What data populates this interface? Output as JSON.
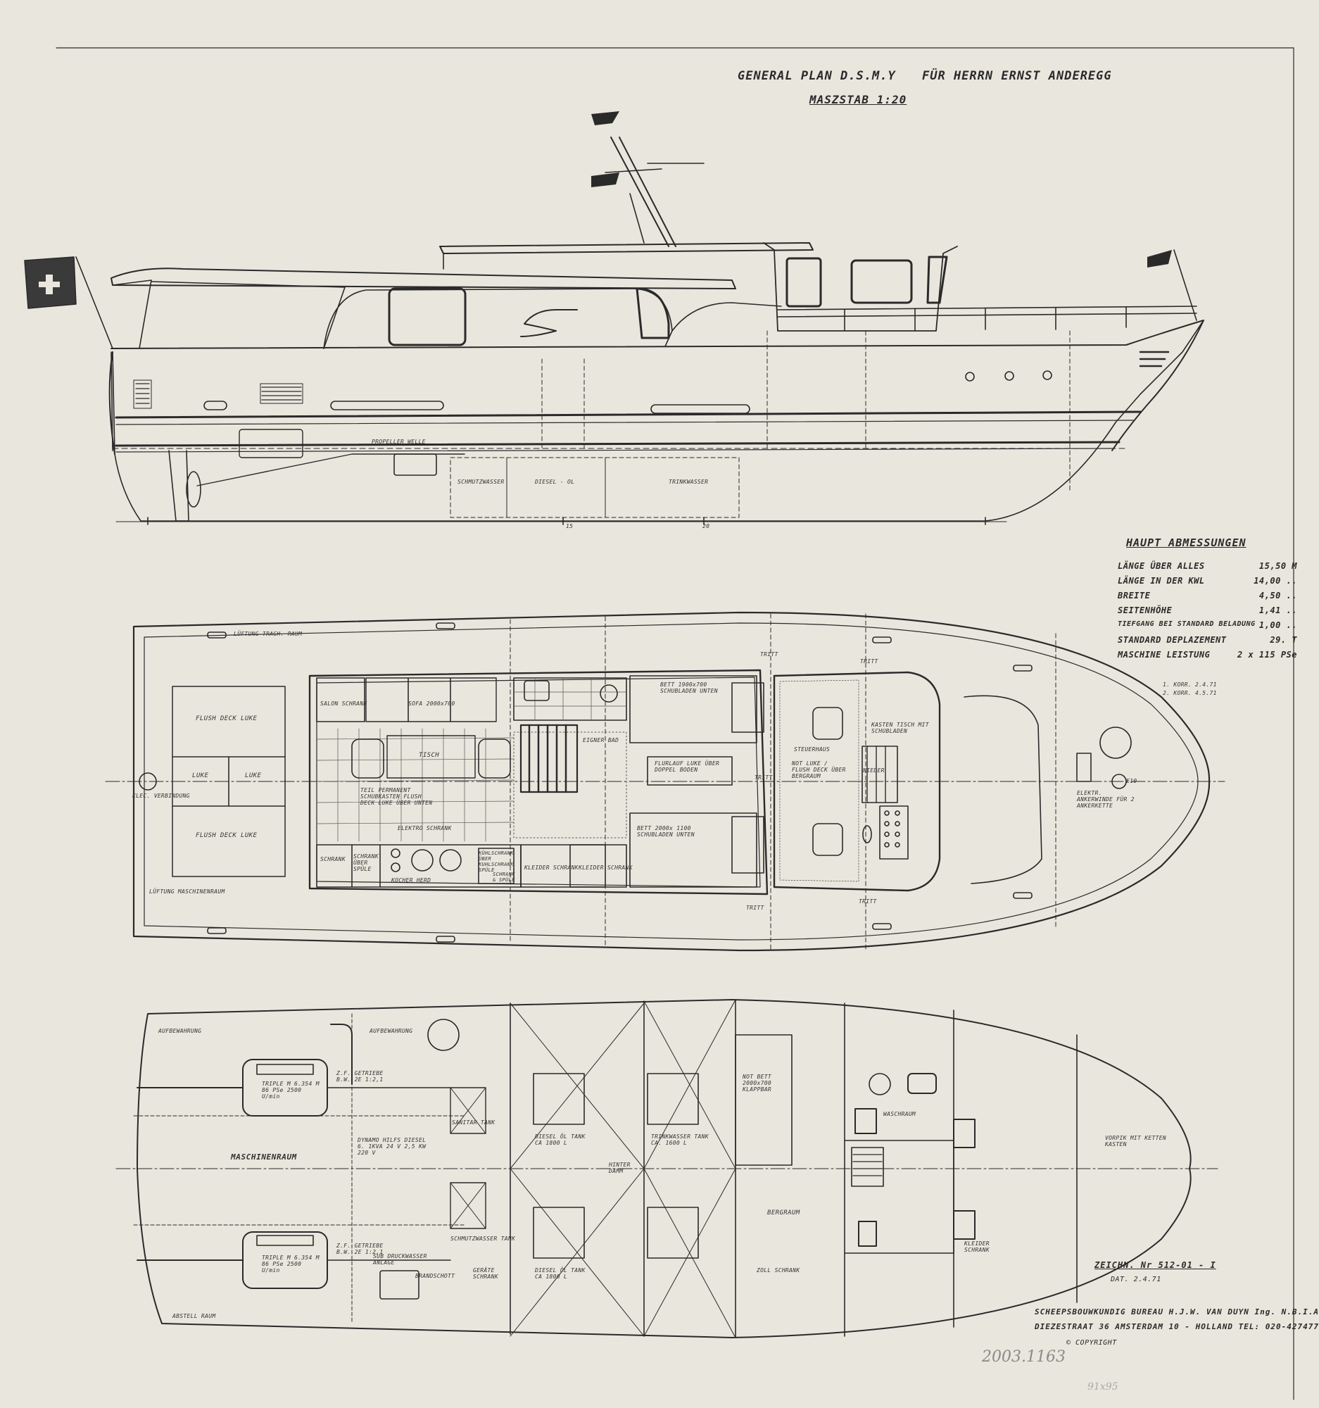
{
  "header": {
    "title_left": "GENERAL PLAN D.S.M.Y",
    "title_right": "FÜR HERRN ERNST ANDEREGG",
    "scale": "MASZSTAB 1:20"
  },
  "dimensions": {
    "title": "HAUPT ABMESSUNGEN",
    "rows": [
      {
        "label": "LÄNGE ÜBER ALLES",
        "value": "15,50 M"
      },
      {
        "label": "LÄNGE IN DER KWL",
        "value": "14,00 .."
      },
      {
        "label": "BREITE",
        "value": "4,50 .."
      },
      {
        "label": "SEITENHÖHE",
        "value": "1,41 .."
      },
      {
        "label": "TIEFGANG BEI STANDARD BELADUNG",
        "value": "1,00 .."
      },
      {
        "label": "STANDARD DEPLAZEMENT",
        "value": "29. T"
      },
      {
        "label": "MASCHINE LEISTUNG",
        "value": "2 x 115 PSe"
      }
    ]
  },
  "revisions": [
    "1. KORR.   2.4.71",
    "2. KORR.   4.5.71"
  ],
  "profile_labels": {
    "tank1": "SCHMUTZWASSER",
    "tank2": "DIESEL - OL",
    "tank3": "TRINKWASSER",
    "shaft": "PROPELLER WELLE",
    "tick15": "15",
    "tick20": "20"
  },
  "deck_labels": {
    "top_vent": "LÜFTUNG TRAGH. RAUM",
    "flush1": "FLUSH DECK LUKE",
    "luke1": "LUKE",
    "luke2": "LUKE",
    "flush2": "FLUSH DECK LUKE",
    "elec": "ELEC. VERBINDUNG",
    "vent": "LÜFTUNG MASCHINENRAUM",
    "salon": "SALON SCHRANK",
    "sofa": "SOFA 2000x700",
    "tisch": "TISCH",
    "hatch_note": "TEIL PERMANENT SCHUBKASTEN FLUSH DECK LUKE ÜBER UNTEN",
    "elektro": "ELEKTRO SCHRANK",
    "schrank": "SCHRANK",
    "spuele": "SCHRANK ÜBER SPÜLE",
    "herd": "KOCHER HERD",
    "kuehl": "KÜHLSCHRANK ÜBER KUHLSCHRANK SPÜLE",
    "spuele2": "SCHRANK & SPÜLE",
    "kleider1": "KLEIDER SCHRANK",
    "kleider2": "KLEIDER SCHRANK",
    "bad": "EIGNER BAD",
    "bett1": "BETT 1900x700 SCHUBLADEN UNTEN",
    "flur": "FLURLAUF LUKE ÜBER DOPPEL BODEN",
    "bett2": "BETT 2000x 1100 SCHUBLADEN UNTEN",
    "steuer": "STEUERHAUS",
    "not": "NOT LUKE / FLUSH DECK ÜBER BERGRAUM",
    "kasten": "KASTEN TISCH MIT SCHUBLADEN",
    "niedr": "NIEDER",
    "trit1": "TRITT",
    "trit2": "TRITT",
    "trit3": "TRITT",
    "trit4": "TRITT",
    "trit5": "TRITT",
    "anker": "ELEKTR. ANKERWINDE FÜR 2 ANKERKETTE",
    "e10": "E10"
  },
  "lower_labels": {
    "aufbewahr1": "AUFBEWAHRUNG",
    "aufbewahr2": "AUFBEWAHRUNG",
    "maschinenraum": "MASCHINENRAUM",
    "motor1": "TRIPLE M 6.354 M 86 PSe 2500 U/min",
    "motor2": "TRIPLE M 6.354 M 86 PSe 2500 U/min",
    "getriebe1": "Z.F. GETRIEBE B.W. 2E 1:2,1",
    "getriebe2": "Z.F. GETRIEBE B.W. 2E 1:2,1",
    "dynamo": "DYNAMO HILFS DIESEL 6. 1KVA 24 V 2,5 KW 220 V",
    "sanitaer": "SANITAR TANK",
    "schmutz": "SCHMUTZWASSER TANK",
    "diesel1": "DIESEL ÖL TANK CA 1800 L",
    "diesel2": "DIESEL ÖL TANK CA 1800 L",
    "trinkwasser": "TRINKWASSER TANK CA. 1600 L",
    "hinter": "HINTER DAMM",
    "notbett": "NOT BETT 2000x700 KLAPPBAR",
    "bergraum": "BERGRAUM",
    "zoll": "ZOLL SCHRANK",
    "waschraum": "WASCHRAUM",
    "kleider": "KLEIDER SCHRANK",
    "vorpik": "VORPIK MIT KETTEN KASTEN",
    "brand": "BRANDSCHOTT",
    "abstell": "ABSTELL RAUM",
    "geraete": "GERÄTE SCHRANK",
    "wasserpumpe": "SUB DRUCKWASSER ANLAGE"
  },
  "title_block": {
    "drawing_no": "ZEICHN. Nr  512-01 - I",
    "date": "DAT.  2.4.71",
    "bureau": "SCHEEPSBOUWKUNDIG BUREAU  H.J.W. VAN DUYN  Ing.  N.B.I.A",
    "address": "DIEZESTRAAT 36  AMSTERDAM 10 - HOLLAND  TEL: 020-427477",
    "copyright": "© COPYRIGHT"
  },
  "annotations": {
    "archive_no": "2003.1163",
    "size_note": "91x95"
  },
  "colors": {
    "paper": "#e9e6dd",
    "ink": "#2a2a2a"
  }
}
